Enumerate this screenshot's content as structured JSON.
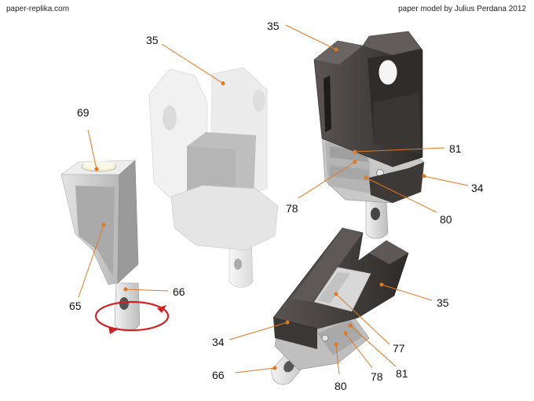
{
  "header": {
    "site": "paper-replika.com",
    "credit": "paper model by Julius Perdana 2012"
  },
  "callouts": [
    {
      "id": "c-69",
      "text": "69"
    },
    {
      "id": "c-65",
      "text": "65"
    },
    {
      "id": "c-66a",
      "text": "66"
    },
    {
      "id": "c-35a",
      "text": "35"
    },
    {
      "id": "c-35b",
      "text": "35"
    },
    {
      "id": "c-81a",
      "text": "81"
    },
    {
      "id": "c-34a",
      "text": "34"
    },
    {
      "id": "c-78a",
      "text": "78"
    },
    {
      "id": "c-80a",
      "text": "80"
    },
    {
      "id": "c-35c",
      "text": "35"
    },
    {
      "id": "c-34b",
      "text": "34"
    },
    {
      "id": "c-77",
      "text": "77"
    },
    {
      "id": "c-66b",
      "text": "66"
    },
    {
      "id": "c-80b",
      "text": "80"
    },
    {
      "id": "c-78b",
      "text": "78"
    },
    {
      "id": "c-81b",
      "text": "81"
    }
  ],
  "colors": {
    "leader": "#e0781e",
    "rotate_arrow": "#d42020",
    "dark_part": "#3e3a37",
    "light_part": "#cfcfcf"
  }
}
